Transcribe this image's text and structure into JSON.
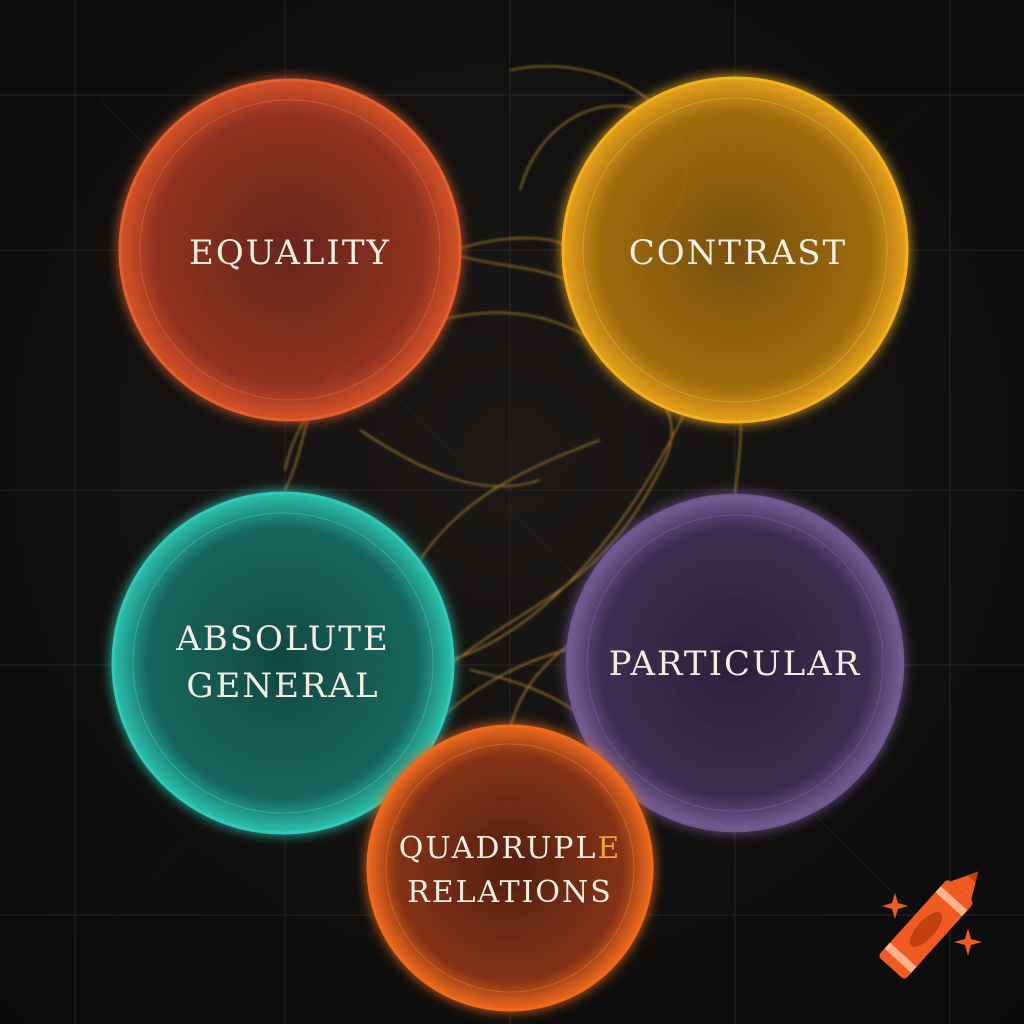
{
  "diagram": {
    "nodes": [
      {
        "id": "equality",
        "lines": [
          "EQUALITY"
        ],
        "color": "#e0592a"
      },
      {
        "id": "contrast",
        "lines": [
          "CONTRAST"
        ],
        "color": "#f0a81e"
      },
      {
        "id": "absolute-general",
        "lines": [
          "ABSOLUTE",
          "GENERAL"
        ],
        "color": "#2fbfae"
      },
      {
        "id": "particular",
        "lines": [
          "PARTICULAR"
        ],
        "color": "#6a548a"
      },
      {
        "id": "quadruple-relations",
        "lines": [
          "QUADRUPLE",
          "RELATIONS"
        ],
        "color": "#ef6a1e"
      }
    ],
    "label_accent_color": "#f1a23a",
    "connector_color": "#e9a63a",
    "grid_color": "#2a2622"
  },
  "logo": {
    "icon": "crayon-icon",
    "body_color": "#f05a23",
    "sparkle_color": "#f05a23"
  }
}
